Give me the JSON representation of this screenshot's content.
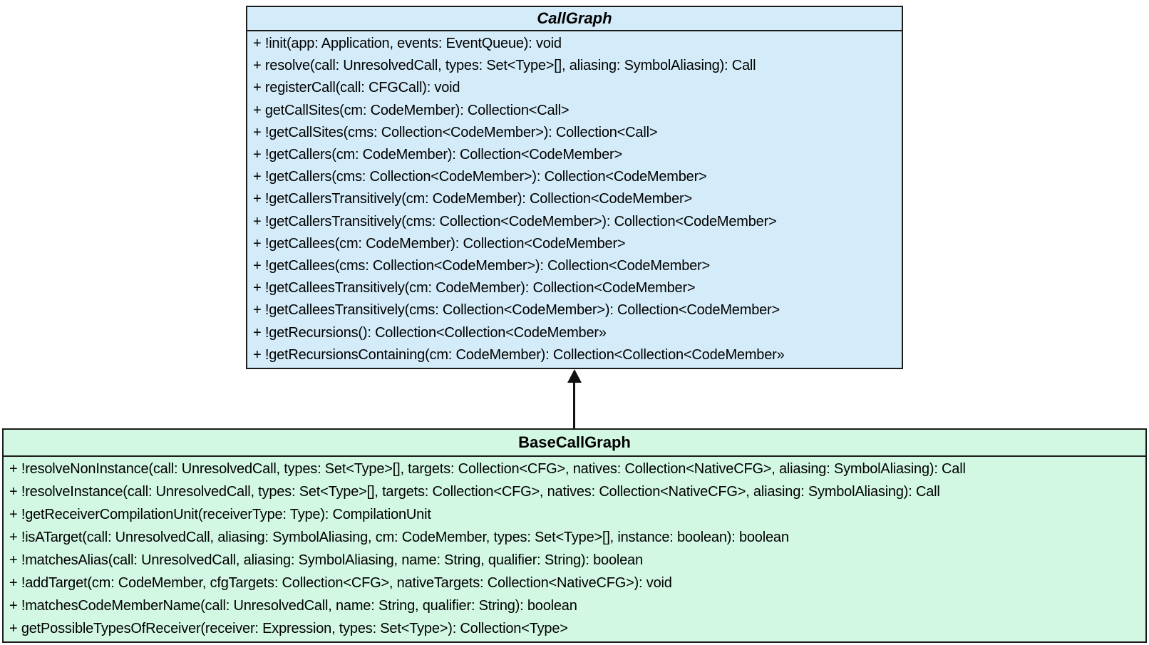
{
  "diagram": {
    "colors": {
      "callgraph_fill": "#d4ecf9",
      "basecallgraph_fill": "#d2f8e4",
      "border": "#1c1c1c",
      "text": "#000000",
      "background": "#ffffff"
    },
    "callgraph": {
      "title": "CallGraph",
      "fill": "#d4ecf9",
      "methods": [
        "+ !init(app: Application, events: EventQueue): void",
        "+ resolve(call: UnresolvedCall, types: Set<Type>[], aliasing: SymbolAliasing): Call",
        "+ registerCall(call: CFGCall): void",
        "+ getCallSites(cm: CodeMember): Collection<Call>",
        "+ !getCallSites(cms: Collection<CodeMember>): Collection<Call>",
        "+ !getCallers(cm: CodeMember): Collection<CodeMember>",
        "+ !getCallers(cms: Collection<CodeMember>): Collection<CodeMember>",
        "+ !getCallersTransitively(cm: CodeMember): Collection<CodeMember>",
        "+ !getCallersTransitively(cms: Collection<CodeMember>): Collection<CodeMember>",
        "+ !getCallees(cm: CodeMember): Collection<CodeMember>",
        "+ !getCallees(cms: Collection<CodeMember>): Collection<CodeMember>",
        "+ !getCalleesTransitively(cm: CodeMember): Collection<CodeMember>",
        "+ !getCalleesTransitively(cms: Collection<CodeMember>): Collection<CodeMember>",
        "+ !getRecursions(): Collection<Collection<CodeMember»",
        "+ !getRecursionsContaining(cm: CodeMember): Collection<Collection<CodeMember»"
      ]
    },
    "basecallgraph": {
      "title": "BaseCallGraph",
      "fill": "#d2f8e4",
      "methods": [
        "+ !resolveNonInstance(call: UnresolvedCall, types: Set<Type>[], targets: Collection<CFG>, natives: Collection<NativeCFG>, aliasing: SymbolAliasing): Call",
        "+ !resolveInstance(call: UnresolvedCall, types: Set<Type>[], targets: Collection<CFG>, natives: Collection<NativeCFG>, aliasing: SymbolAliasing): Call",
        "+ !getReceiverCompilationUnit(receiverType: Type): CompilationUnit",
        "+ !isATarget(call: UnresolvedCall, aliasing: SymbolAliasing, cm: CodeMember, types: Set<Type>[], instance: boolean): boolean",
        "+ !matchesAlias(call: UnresolvedCall, aliasing: SymbolAliasing, name: String, qualifier: String): boolean",
        "+ !addTarget(cm: CodeMember, cfgTargets: Collection<CFG>, nativeTargets: Collection<NativeCFG>): void",
        "+ !matchesCodeMemberName(call: UnresolvedCall, name: String, qualifier: String): boolean",
        "+ getPossibleTypesOfReceiver(receiver: Expression, types: Set<Type>): Collection<Type>"
      ]
    },
    "inheritance": {
      "from": "BaseCallGraph",
      "to": "CallGraph"
    }
  }
}
